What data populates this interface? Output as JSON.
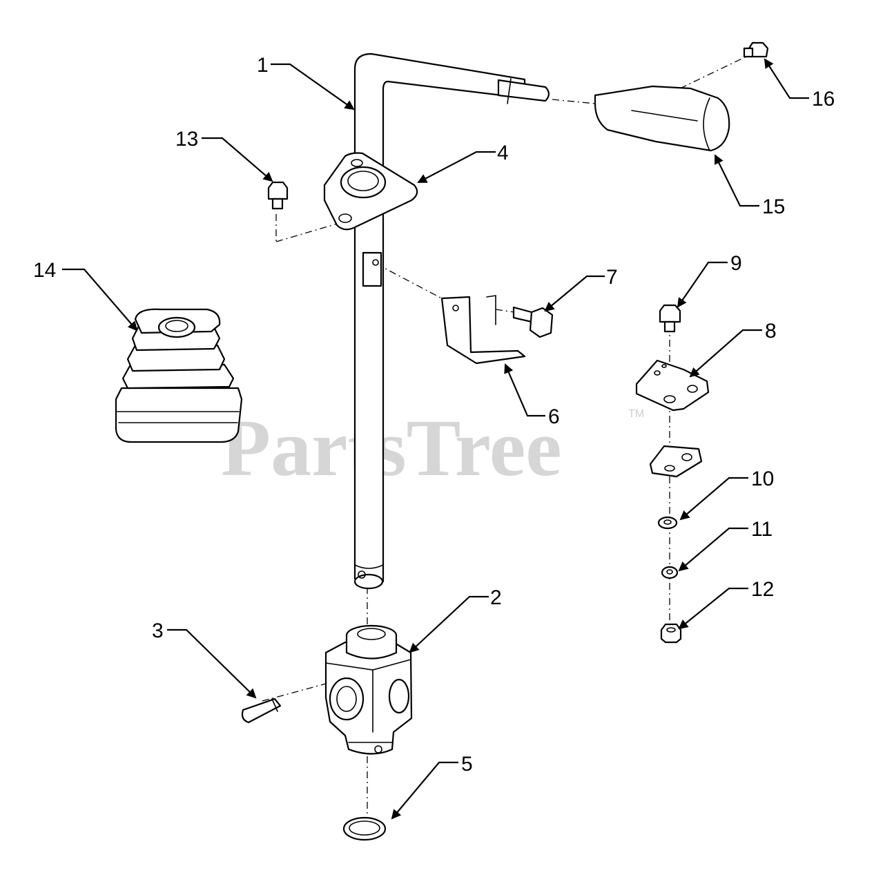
{
  "watermark": {
    "text": "PartsTree",
    "mark": "TM"
  },
  "callouts": [
    "1",
    "2",
    "3",
    "4",
    "5",
    "6",
    "7",
    "8",
    "9",
    "10",
    "11",
    "12",
    "13",
    "14",
    "15",
    "16"
  ],
  "colors": {
    "line": "#000000",
    "background": "#ffffff",
    "watermark": "#cfcfcf"
  }
}
